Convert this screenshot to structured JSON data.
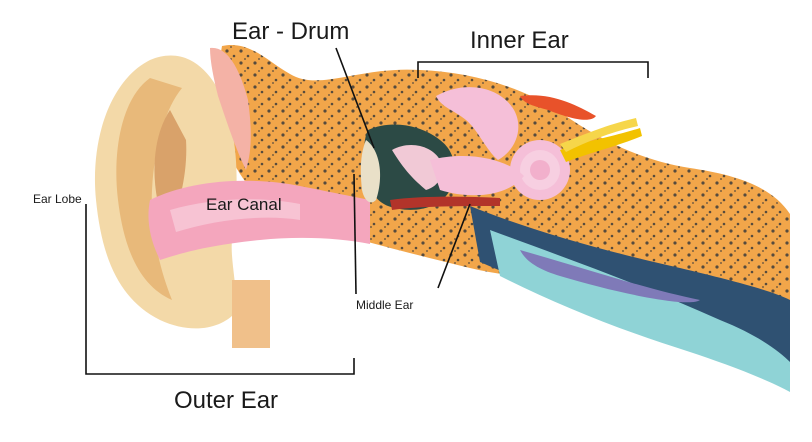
{
  "labels": {
    "ear_drum": "Ear - Drum",
    "inner_ear": "Inner Ear",
    "ear_lobe": "Ear Lobe",
    "ear_canal": "Ear Canal",
    "middle_ear": "Middle Ear",
    "outer_ear": "Outer Ear"
  },
  "colors": {
    "bone": "#f2a64a",
    "bone_dots": "#3b3b3b",
    "outer_ear_skin": "#f3d9a8",
    "canal": "#f4a6bd",
    "cochlea": "#f5bfd8",
    "nerve": "#f2c200",
    "tube": "#2f5172",
    "tube_light": "#8fd3d6"
  }
}
